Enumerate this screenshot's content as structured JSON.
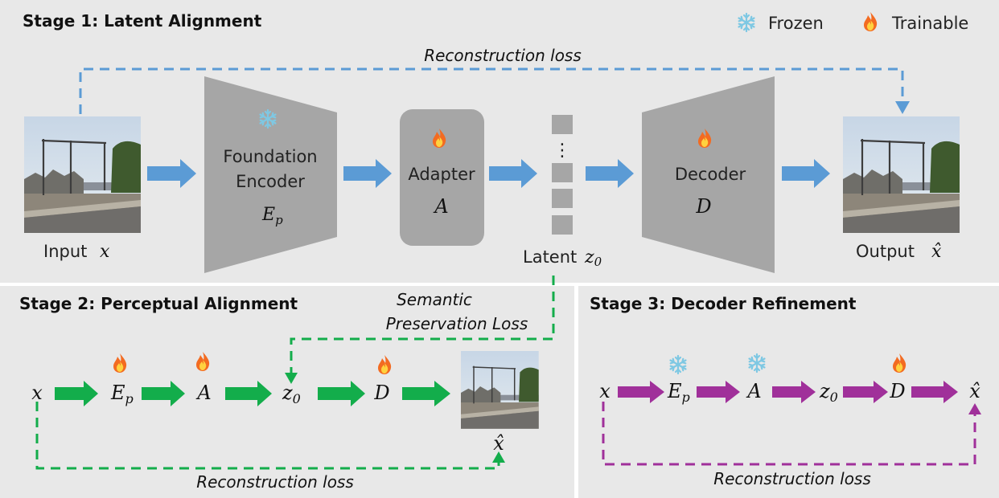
{
  "colors": {
    "panel_bg": "#e8e8e8",
    "block_gray": "#a6a6a6",
    "stage1_arrow": "#5b9bd5",
    "stage2_arrow": "#13ad4b",
    "stage3_arrow": "#a0309a",
    "frozen_icon": "#7ec8e3",
    "trainable_icon": "#f36b21"
  },
  "legend": {
    "frozen_label": "Frozen",
    "frozen_icon": "snowflake-icon",
    "trainable_label": "Trainable",
    "trainable_icon": "fire-icon"
  },
  "stage1": {
    "title": "Stage 1: Latent Alignment",
    "loss_label": "Reconstruction loss",
    "input_label": "Input",
    "input_sym": "x",
    "encoder_line1": "Foundation",
    "encoder_line2": "Encoder",
    "encoder_sym": "E",
    "encoder_sub": "p",
    "adapter_label": "Adapter",
    "adapter_sym": "A",
    "latent_label": "Latent",
    "latent_sym": "z",
    "latent_sub": "0",
    "latent_dots": "⋮",
    "decoder_label": "Decoder",
    "decoder_sym": "D",
    "output_label": "Output",
    "output_sym": "x̂"
  },
  "stage2": {
    "title": "Stage 2: Perceptual Alignment",
    "semantic_line1": "Semantic",
    "semantic_line2": "Preservation Loss",
    "loss_label": "Reconstruction loss",
    "x": "x",
    "ep": "E",
    "ep_sub": "p",
    "a": "A",
    "z": "z",
    "z_sub": "0",
    "d": "D",
    "xhat": "x̂"
  },
  "stage3": {
    "title": "Stage 3: Decoder Refinement",
    "loss_label": "Reconstruction loss",
    "x": "x",
    "ep": "E",
    "ep_sub": "p",
    "a": "A",
    "z": "z",
    "z_sub": "0",
    "d": "D",
    "xhat": "x̂"
  }
}
